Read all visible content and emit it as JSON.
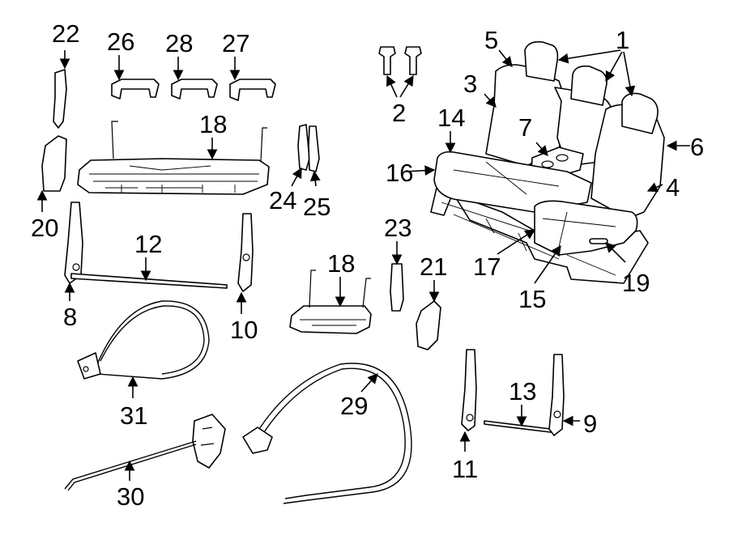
{
  "callouts": {
    "n1": "1",
    "n2": "2",
    "n3": "3",
    "n4": "4",
    "n5": "5",
    "n6": "6",
    "n7": "7",
    "n8": "8",
    "n9": "9",
    "n10": "10",
    "n11": "11",
    "n12": "12",
    "n13": "13",
    "n14": "14",
    "n15": "15",
    "n16": "16",
    "n17": "17",
    "n18a": "18",
    "n18b": "18",
    "n19": "19",
    "n20": "20",
    "n21": "21",
    "n22": "22",
    "n23": "23",
    "n24": "24",
    "n25": "25",
    "n26": "26",
    "n27": "27",
    "n28": "28",
    "n29": "29",
    "n30": "30",
    "n31": "31"
  }
}
